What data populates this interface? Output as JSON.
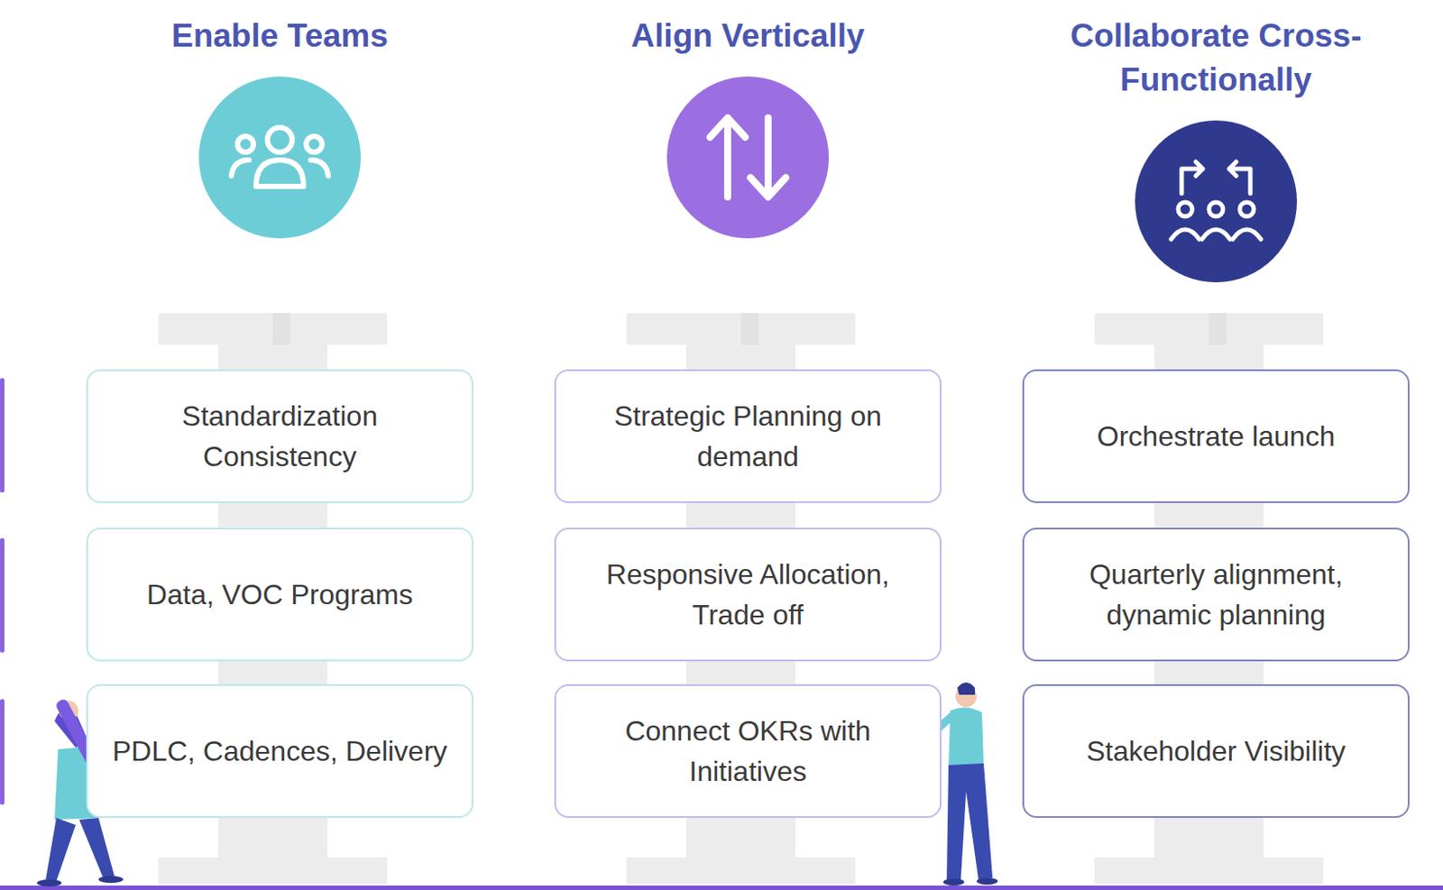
{
  "diagram": {
    "nodes": [
      {
        "text": [
          "Enable Teams"
        ]
      },
      {
        "text": [
          "Standardization Consistency"
        ]
      },
      {
        "text": [
          "Data, VOC Programs"
        ]
      },
      {
        "text": [
          "PDLC, Cadences, Delivery"
        ]
      },
      {
        "text": [
          "Align Vertically"
        ]
      },
      {
        "text": [
          "Strategic Planning on demand"
        ]
      },
      {
        "text": [
          "Responsive Allocation, Trade off"
        ]
      },
      {
        "text": [
          "Connect OKRs with Initiatives"
        ]
      },
      {
        "text": [
          "Collaborate Cross-Functionally"
        ]
      },
      {
        "text": [
          "Orchestrate launch"
        ]
      },
      {
        "text": [
          "Quarterly alignment, dynamic planning"
        ]
      },
      {
        "text": [
          "Stakeholder Visibility"
        ]
      }
    ]
  }
}
